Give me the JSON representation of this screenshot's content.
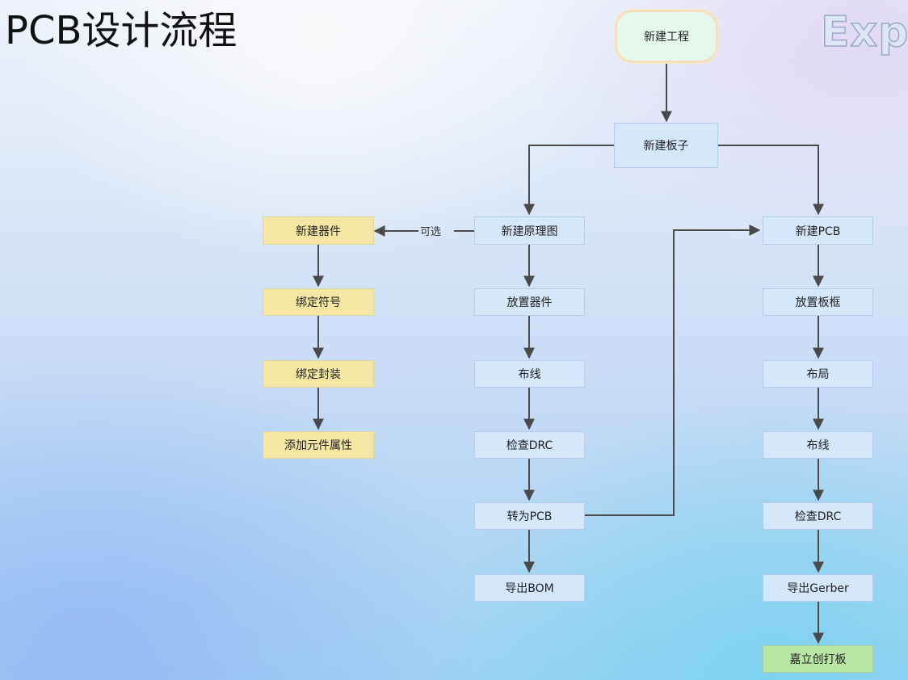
{
  "title": "PCB设计流程",
  "watermark": "Expo",
  "nodes": {
    "new_project": "新建工程",
    "new_board": "新建板子",
    "new_device": "新建器件",
    "bind_symbol": "绑定符号",
    "bind_package": "绑定封装",
    "add_attributes": "添加元件属性",
    "new_schematic": "新建原理图",
    "place_components": "放置器件",
    "sch_wiring": "布线",
    "sch_drc": "检查DRC",
    "convert_pcb": "转为PCB",
    "export_bom": "导出BOM",
    "new_pcb": "新建PCB",
    "place_outline": "放置板框",
    "layout": "布局",
    "pcb_routing": "布线",
    "pcb_drc": "检查DRC",
    "export_gerber": "导出Gerber",
    "jlc_fab": "嘉立创打板"
  },
  "edge_labels": {
    "optional": "可选"
  },
  "colors": {
    "node_default": "#d5e7fb",
    "node_yellow": "#f5e7a3",
    "node_green": "#b8e6a5",
    "node_start": "#e6f7ee",
    "arrow": "#4a4a4a"
  }
}
